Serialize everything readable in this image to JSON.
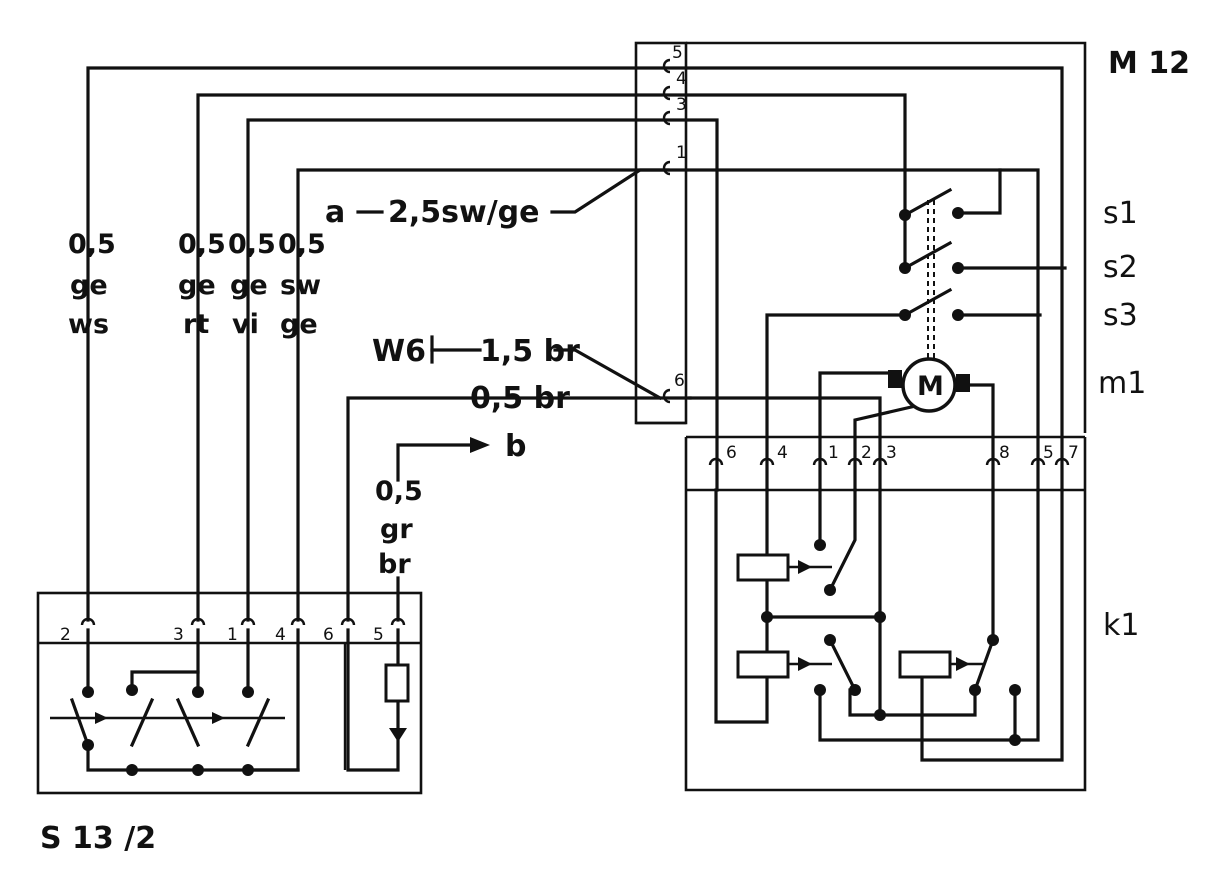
{
  "components": {
    "m12_label": "M 12",
    "s13_label": "S 13 /2",
    "s1_label": "s1",
    "s2_label": "s2",
    "s3_label": "s3",
    "m1_label": "m1",
    "k1_label": "k1",
    "motor_symbol": "M"
  },
  "wires": {
    "w1": {
      "size": "0,5",
      "c1": "ge",
      "c2": "ws"
    },
    "w2": {
      "size": "0,5",
      "c1": "ge",
      "c2": "rt"
    },
    "w3": {
      "size": "0,5",
      "c1": "ge",
      "c2": "vi"
    },
    "w4": {
      "size": "0,5",
      "c1": "sw",
      "c2": "ge"
    },
    "w5": {
      "size": "0,5",
      "c1": "gr",
      "c2": "br"
    }
  },
  "annotations": {
    "a_letter": "a",
    "a_spec": "2,5sw/ge",
    "w6": "W6",
    "w6_spec": "1,5 br",
    "br_spec": "0,5 br",
    "b_letter": "b"
  },
  "m12_pins": [
    "5",
    "4",
    "3",
    "1",
    "6"
  ],
  "k1_pins": [
    "6",
    "4",
    "1",
    "2",
    "3",
    "8",
    "5",
    "7"
  ],
  "s13_pins": [
    "2",
    "3",
    "1",
    "4",
    "6",
    "5"
  ],
  "colors": {
    "ink": "#111111",
    "paper": "#ffffff"
  }
}
